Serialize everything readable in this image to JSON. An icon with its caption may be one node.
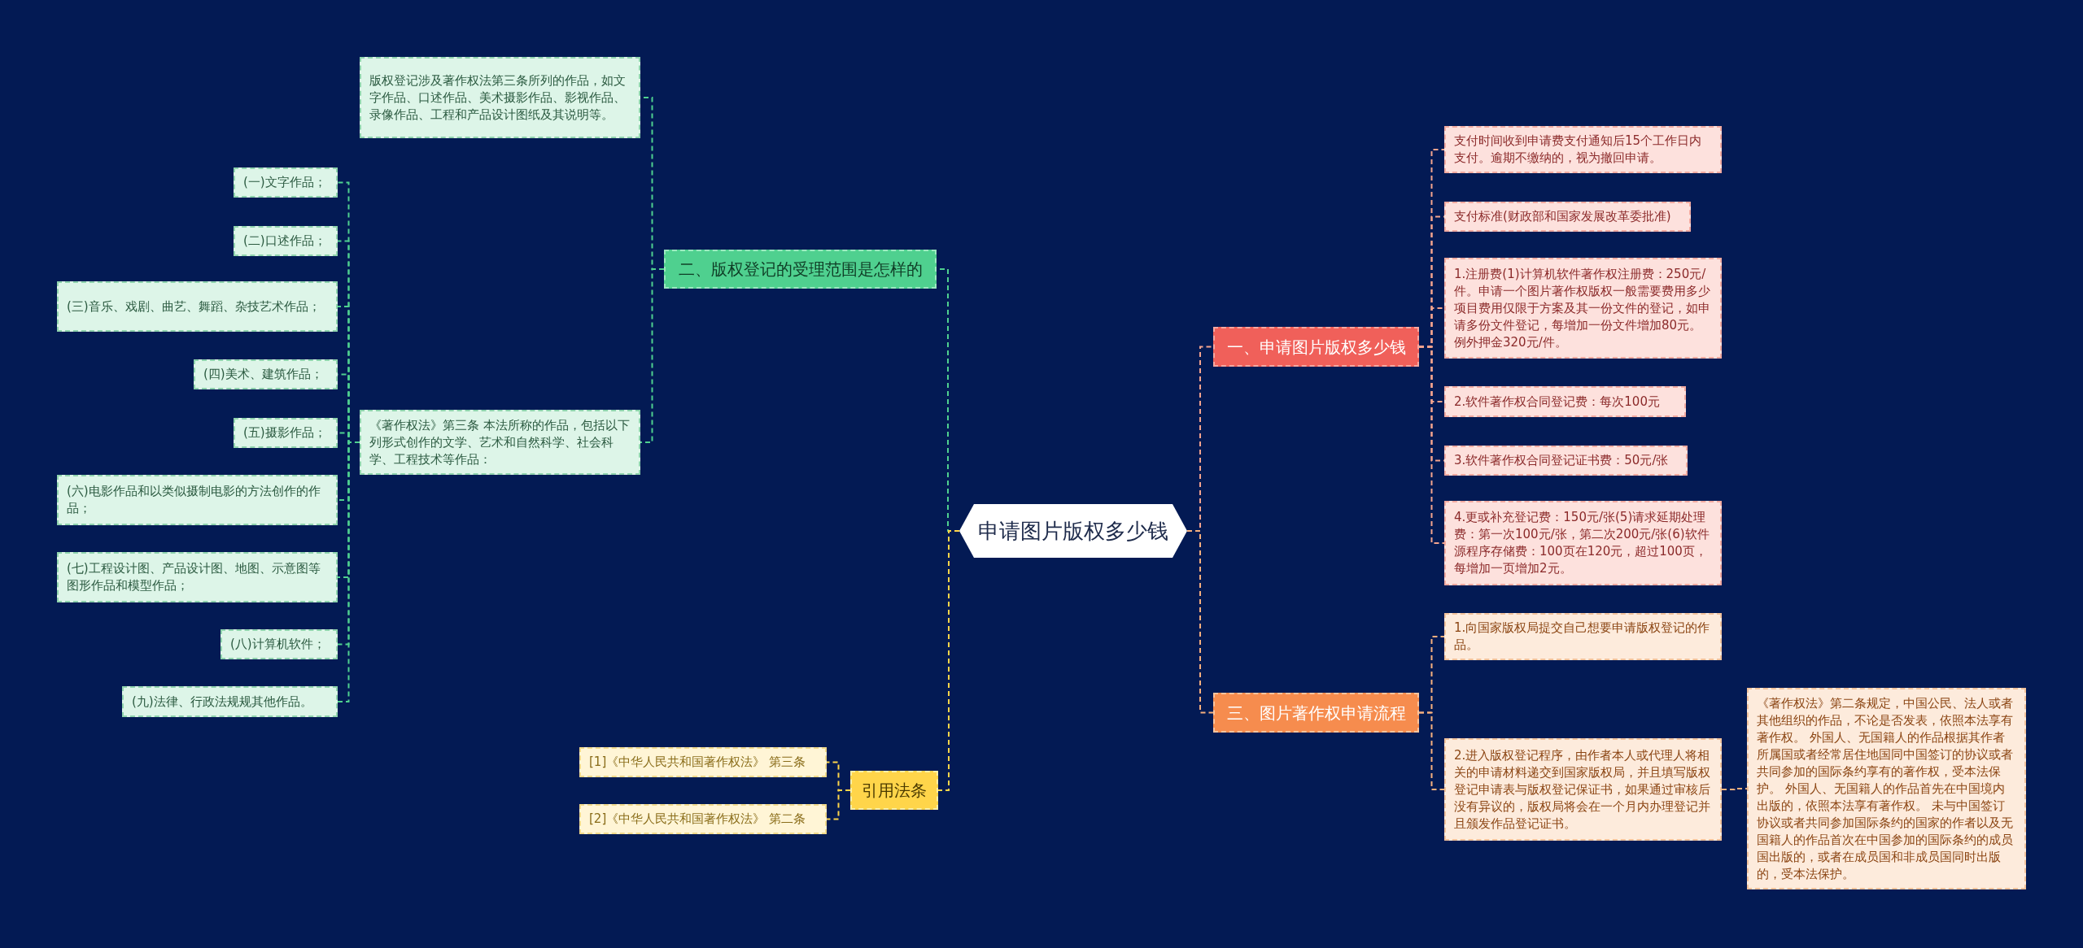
{
  "diagram": {
    "nodes": [
      {
        "text": [
          "申请图片版权多少钱"
        ]
      },
      {
        "text": [
          "二、版权登记的受理范围是怎样的"
        ]
      },
      {
        "text": [
          "版权登记涉及著作权法第三条所列的作品，如文字作品、口述作品、美术摄影作品、影视作品、录像作品、工程和产品设计图纸及其说明等。"
        ]
      },
      {
        "text": [
          "《著作权法》第三条 本法所称的作品，包括以下列形式创作的文学、艺术和自然科学、社会科学、工程技术等作品："
        ]
      },
      {
        "text": [
          "(一)文字作品；"
        ]
      },
      {
        "text": [
          "(二)口述作品；"
        ]
      },
      {
        "text": [
          "(三)音乐、戏剧、曲艺、舞蹈、杂技艺术作品；"
        ]
      },
      {
        "text": [
          "(四)美术、建筑作品；"
        ]
      },
      {
        "text": [
          "(五)摄影作品；"
        ]
      },
      {
        "text": [
          "(六)电影作品和以类似摄制电影的方法创作的作品；"
        ]
      },
      {
        "text": [
          "(七)工程设计图、产品设计图、地图、示意图等图形作品和模型作品；"
        ]
      },
      {
        "text": [
          "(八)计算机软件；"
        ]
      },
      {
        "text": [
          "(九)法律、行政法规规其他作品。"
        ]
      },
      {
        "text": [
          "引用法条"
        ]
      },
      {
        "text": [
          "[1]《中华人民共和国著作权法》 第三条"
        ]
      },
      {
        "text": [
          "[2]《中华人民共和国著作权法》 第二条"
        ]
      },
      {
        "text": [
          "一、申请图片版权多少钱"
        ]
      },
      {
        "text": [
          "支付时间收到申请费支付通知后15个工作日内支付。逾期不缴纳的，视为撤回申请。"
        ]
      },
      {
        "text": [
          "支付标准(财政部和国家发展改革委批准)"
        ]
      },
      {
        "text": [
          "1.注册费(1)计算机软件著作权注册费：250元/件。申请一个图片著作权版权一般需要费用多少项目费用仅限于方案及其一份文件的登记，如申请多份文件登记，每增加一份文件增加80元。例外押金320元/件。"
        ]
      },
      {
        "text": [
          "2.软件著作权合同登记费：每次100元"
        ]
      },
      {
        "text": [
          "3.软件著作权合同登记证书费：50元/张"
        ]
      },
      {
        "text": [
          "4.更或补充登记费：150元/张(5)请求延期处理费：第一次100元/张，第二次200元/张(6)软件源程序存储费：100页在120元，超过100页，每增加一页增加2元。"
        ]
      },
      {
        "text": [
          "三、图片著作权申请流程"
        ]
      },
      {
        "text": [
          "1.向国家版权局提交自己想要申请版权登记的作品。"
        ]
      },
      {
        "text": [
          "2.进入版权登记程序，由作者本人或代理人将相关的申请材料递交到国家版权局，并且填写版权登记申请表与版权登记保证书，如果通过审核后没有异议的，版权局将会在一个月内办理登记并且颁发作品登记证书。"
        ]
      },
      {
        "text": [
          "《著作权法》第二条规定，中国公民、法人或者其他组织的作品，不论是否发表，依照本法享有著作权。 外国人、无国籍人的作品根据其作者所属国或者经常居住地国同中国签订的协议或者共同参加的国际条约享有的著作权，受本法保护。 外国人、无国籍人的作品首先在中国境内出版的，依照本法享有著作权。 未与中国签订协议或者共同参加国际条约的国家的作者以及无国籍人的作品首次在中国参加的国际条约的成员国出版的，或者在成员国和非成员国同时出版的，受本法保护。"
        ]
      }
    ],
    "edges": [
      {
        "from": 0,
        "to": 1,
        "arrow": "none",
        "style": "dashed",
        "color": "#4fd08f"
      },
      {
        "from": 1,
        "to": 2,
        "arrow": "none",
        "style": "dashed",
        "color": "#4fd08f"
      },
      {
        "from": 1,
        "to": 3,
        "arrow": "none",
        "style": "dashed",
        "color": "#4fd08f"
      },
      {
        "from": 3,
        "to": 4,
        "arrow": "none",
        "style": "dashed",
        "color": "#4fd08f"
      },
      {
        "from": 3,
        "to": 5,
        "arrow": "none",
        "style": "dashed",
        "color": "#4fd08f"
      },
      {
        "from": 3,
        "to": 6,
        "arrow": "none",
        "style": "dashed",
        "color": "#4fd08f"
      },
      {
        "from": 3,
        "to": 7,
        "arrow": "none",
        "style": "dashed",
        "color": "#4fd08f"
      },
      {
        "from": 3,
        "to": 8,
        "arrow": "none",
        "style": "dashed",
        "color": "#4fd08f"
      },
      {
        "from": 3,
        "to": 9,
        "arrow": "none",
        "style": "dashed",
        "color": "#4fd08f"
      },
      {
        "from": 3,
        "to": 10,
        "arrow": "none",
        "style": "dashed",
        "color": "#4fd08f"
      },
      {
        "from": 3,
        "to": 11,
        "arrow": "none",
        "style": "dashed",
        "color": "#4fd08f"
      },
      {
        "from": 3,
        "to": 12,
        "arrow": "none",
        "style": "dashed",
        "color": "#4fd08f"
      },
      {
        "from": 0,
        "to": 13,
        "arrow": "none",
        "style": "dashed",
        "color": "#ffd54a"
      },
      {
        "from": 13,
        "to": 14,
        "arrow": "none",
        "style": "dashed",
        "color": "#ffd54a"
      },
      {
        "from": 13,
        "to": 15,
        "arrow": "none",
        "style": "dashed",
        "color": "#ffd54a"
      },
      {
        "from": 0,
        "to": 16,
        "arrow": "none",
        "style": "dashed",
        "color": "#f4a48e"
      },
      {
        "from": 16,
        "to": 17,
        "arrow": "none",
        "style": "dashed",
        "color": "#f4a48e"
      },
      {
        "from": 16,
        "to": 18,
        "arrow": "none",
        "style": "dashed",
        "color": "#f4a48e"
      },
      {
        "from": 16,
        "to": 19,
        "arrow": "none",
        "style": "dashed",
        "color": "#f4a48e"
      },
      {
        "from": 16,
        "to": 20,
        "arrow": "none",
        "style": "dashed",
        "color": "#f4a48e"
      },
      {
        "from": 16,
        "to": 21,
        "arrow": "none",
        "style": "dashed",
        "color": "#f4a48e"
      },
      {
        "from": 16,
        "to": 22,
        "arrow": "none",
        "style": "dashed",
        "color": "#f4a48e"
      },
      {
        "from": 0,
        "to": 23,
        "arrow": "none",
        "style": "dashed",
        "color": "#f7b07e"
      },
      {
        "from": 23,
        "to": 24,
        "arrow": "none",
        "style": "dashed",
        "color": "#f7b07e"
      },
      {
        "from": 23,
        "to": 25,
        "arrow": "none",
        "style": "dashed",
        "color": "#f7b07e"
      },
      {
        "from": 25,
        "to": 26,
        "arrow": "none",
        "style": "dashed",
        "color": "#f7b07e"
      }
    ]
  }
}
